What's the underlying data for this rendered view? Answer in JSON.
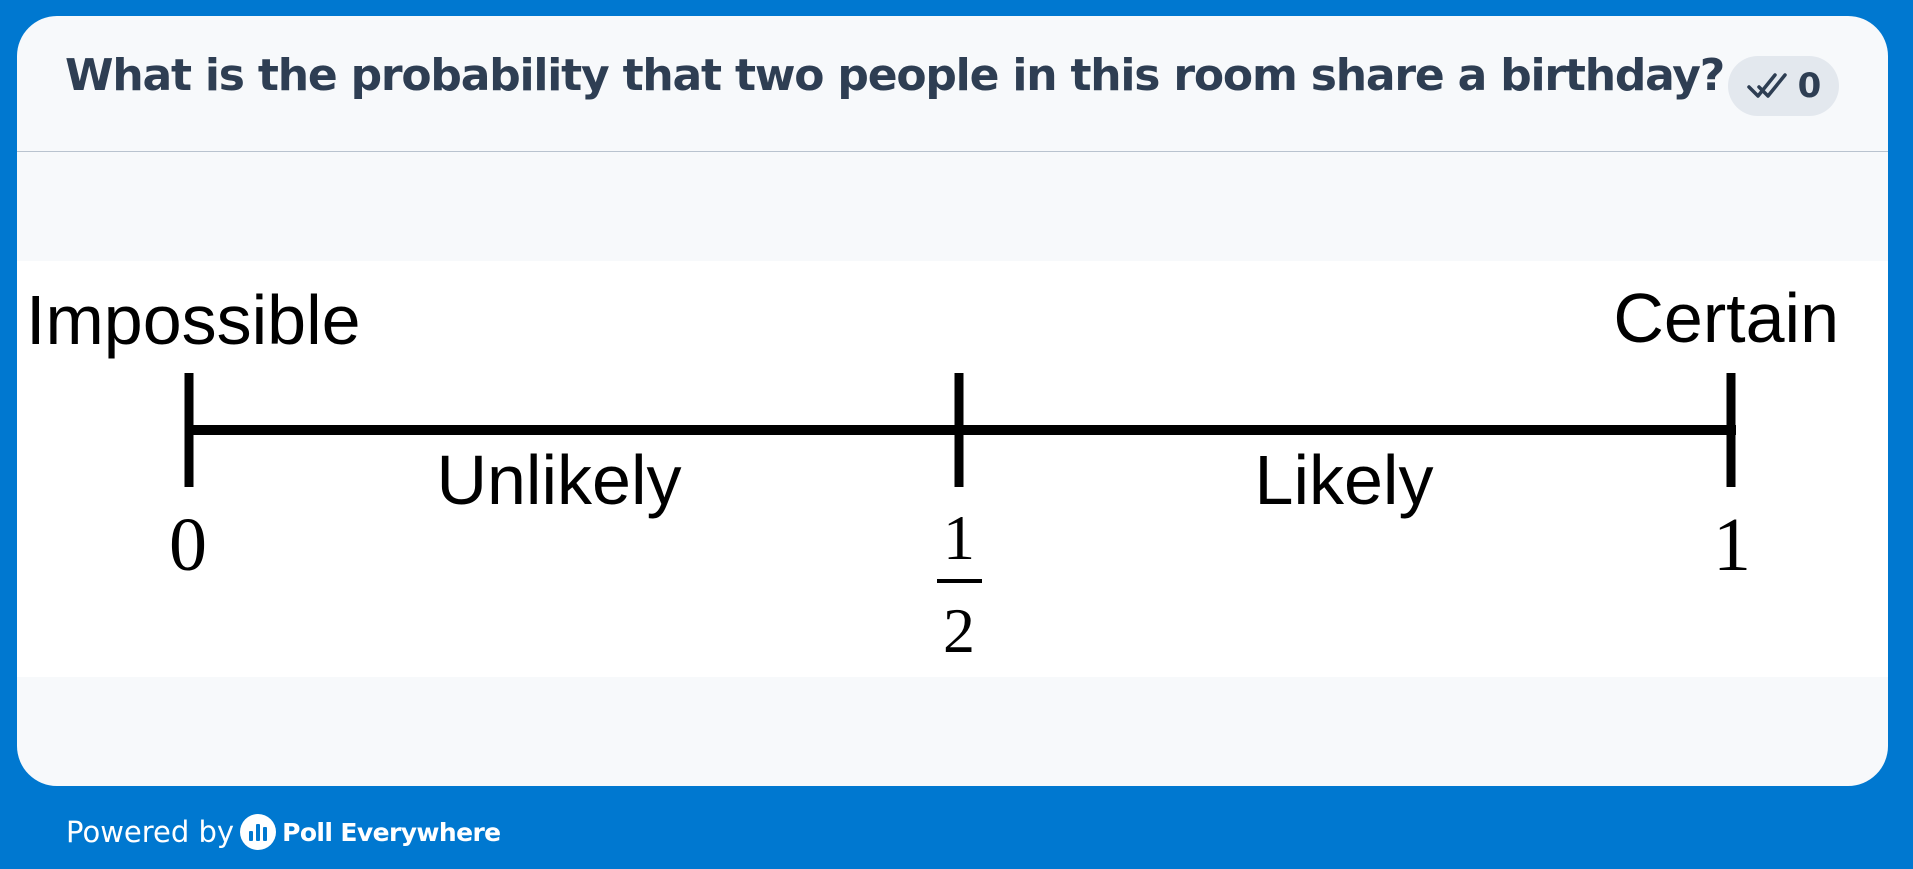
{
  "question": {
    "title": "What is the probability that two people in this room share a birthday?"
  },
  "responses": {
    "icon": "double-check-icon",
    "count": "0"
  },
  "probability_scale": {
    "left_label": "Impossible",
    "right_label": "Certain",
    "left_region_label": "Unlikely",
    "right_region_label": "Likely",
    "tick_start": "0",
    "tick_mid_numerator": "1",
    "tick_mid_denominator": "2",
    "tick_end": "1"
  },
  "footer": {
    "powered_by": "Powered by",
    "logo_icon": "poll-everywhere-logo-icon",
    "brand": "Poll Everywhere"
  },
  "colors": {
    "frame": "#0078d0",
    "card": "#f7f9fb",
    "title": "#2e3e53",
    "badge": "#e3e8ee"
  }
}
